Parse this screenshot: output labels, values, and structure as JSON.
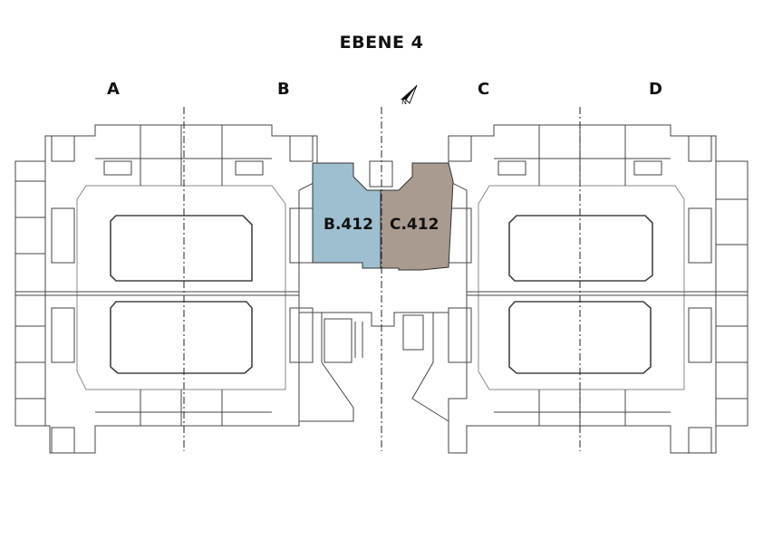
{
  "title": "EBENE 4",
  "wings": [
    {
      "label": "A"
    },
    {
      "label": "B"
    },
    {
      "label": "C"
    },
    {
      "label": "D"
    }
  ],
  "north_label": "N",
  "units": [
    {
      "label": "B.412",
      "color": "#9dbfcf"
    },
    {
      "label": "C.412",
      "color": "#a99b90"
    }
  ],
  "colors": {
    "line": "#555555",
    "wall": "#333333"
  }
}
